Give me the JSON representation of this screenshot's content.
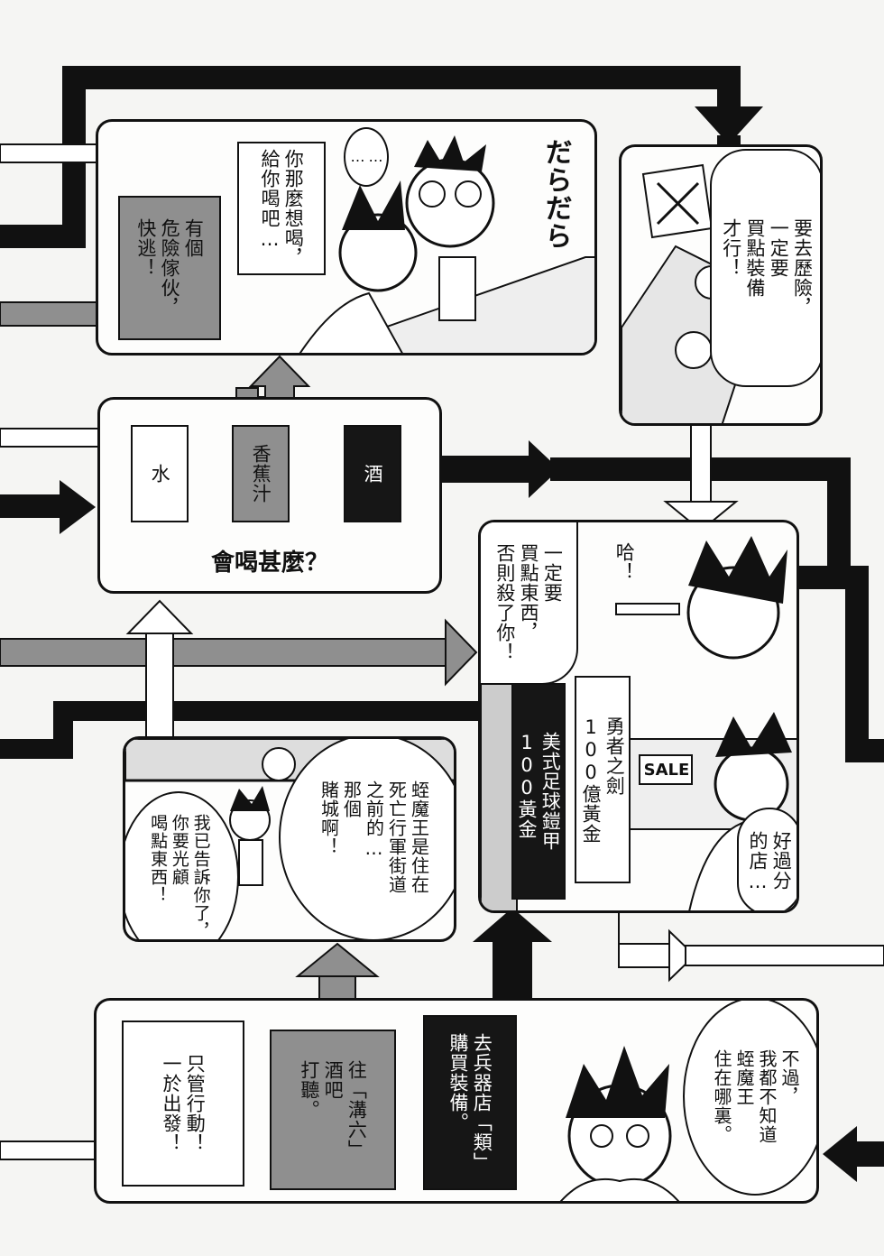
{
  "panel_top": {
    "warning_box": "有個\n危險傢伙，\n快逃！",
    "speech": "你那麼想喝，\n給你喝吧…",
    "ellipsis": "…\n…",
    "sfx": "だらだら"
  },
  "panel_right_top": {
    "speech": "要去歷險，\n一定要\n買點裝備\n才行！"
  },
  "choice_drink": {
    "question": "會喝甚麼？",
    "options": [
      "水",
      "香蕉汁",
      "酒"
    ]
  },
  "panel_shop": {
    "threat": "一定要\n買點東西，\n否則殺了你！",
    "ha": "哈！",
    "item_armor": "美式足球鎧甲\n100黃金",
    "item_sword": "勇者之劍\n100億黃金",
    "sign": "SALE",
    "comment": "好過分\n的店…"
  },
  "panel_bar": {
    "speech_left": "我已告訴你了，\n你要光顧\n喝點東西！",
    "speech_right": "蛭魔王是住在\n死亡行軍街道\n之前的…\n那個\n賭城啊！"
  },
  "panel_bottom": {
    "choices": [
      "只管行動！\n一於出發！",
      "往「溝六」\n酒吧\n打聽。",
      "去兵器店「類」\n購買裝備。"
    ],
    "speech": "不過，\n我都不知道\n蛭魔王\n住在哪裏。"
  },
  "colors": {
    "ink": "#111111",
    "gray": "#8f8f8f",
    "paper": "#fdfdfc"
  }
}
